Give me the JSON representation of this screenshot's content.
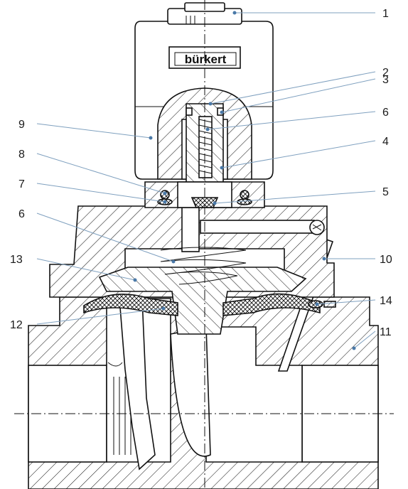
{
  "brand": "bürkert",
  "callouts": [
    {
      "id": "c1",
      "label": "1"
    },
    {
      "id": "c2",
      "label": "2"
    },
    {
      "id": "c3",
      "label": "3"
    },
    {
      "id": "c6a",
      "label": "6"
    },
    {
      "id": "c4",
      "label": "4"
    },
    {
      "id": "c5",
      "label": "5"
    },
    {
      "id": "c9",
      "label": "9"
    },
    {
      "id": "c8",
      "label": "8"
    },
    {
      "id": "c7",
      "label": "7"
    },
    {
      "id": "c6b",
      "label": "6"
    },
    {
      "id": "c13",
      "label": "13"
    },
    {
      "id": "c10",
      "label": "10"
    },
    {
      "id": "c14",
      "label": "14"
    },
    {
      "id": "c12",
      "label": "12"
    },
    {
      "id": "c11",
      "label": "11"
    }
  ]
}
